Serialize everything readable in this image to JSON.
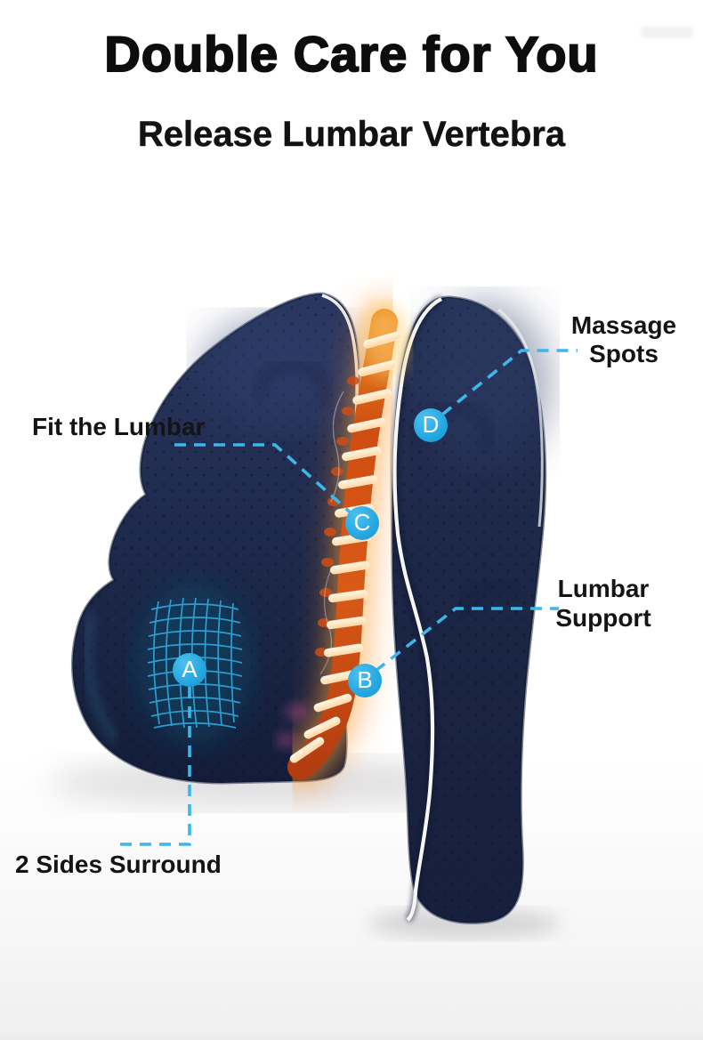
{
  "banner": {
    "title": "Double Care for You",
    "subtitle": "Release Lumbar Vertebra"
  },
  "callouts": {
    "massage_spots": {
      "marker": "D",
      "line1": "Massage",
      "line2": "Spots"
    },
    "fit_the_lumbar": {
      "marker": "C",
      "label": "Fit the Lumbar"
    },
    "lumbar_support": {
      "marker": "B",
      "line1": "Lumbar",
      "line2": "Support"
    },
    "two_sides_surround": {
      "marker": "A",
      "label": "2 Sides Surround"
    }
  },
  "colors": {
    "marker_blue": "#29a9e2",
    "callout_dash_blue": "#3db6ea",
    "pillow_navy": "#1e2a4c",
    "piping_white": "#f5f7f4",
    "spine_orange": "#d85517",
    "mesh_cyan": "#31b0e8",
    "label_black": "#141414",
    "background": "#ffffff"
  }
}
